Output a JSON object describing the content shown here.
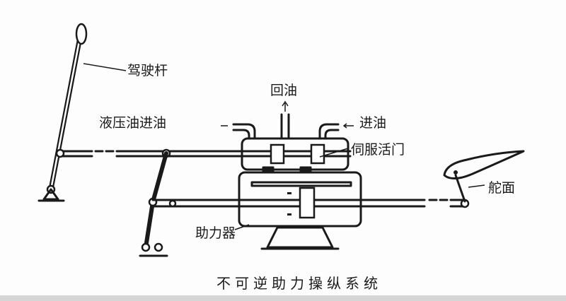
{
  "labels": {
    "control_stick": "驾驶杆",
    "return_oil": "回油",
    "hydraulic_inlet": "液压油进油",
    "inlet": "进油",
    "servo_valve": "伺服活门",
    "control_surface": "舵面",
    "booster": "助力器"
  },
  "caption": "不可逆助力操纵系统"
}
